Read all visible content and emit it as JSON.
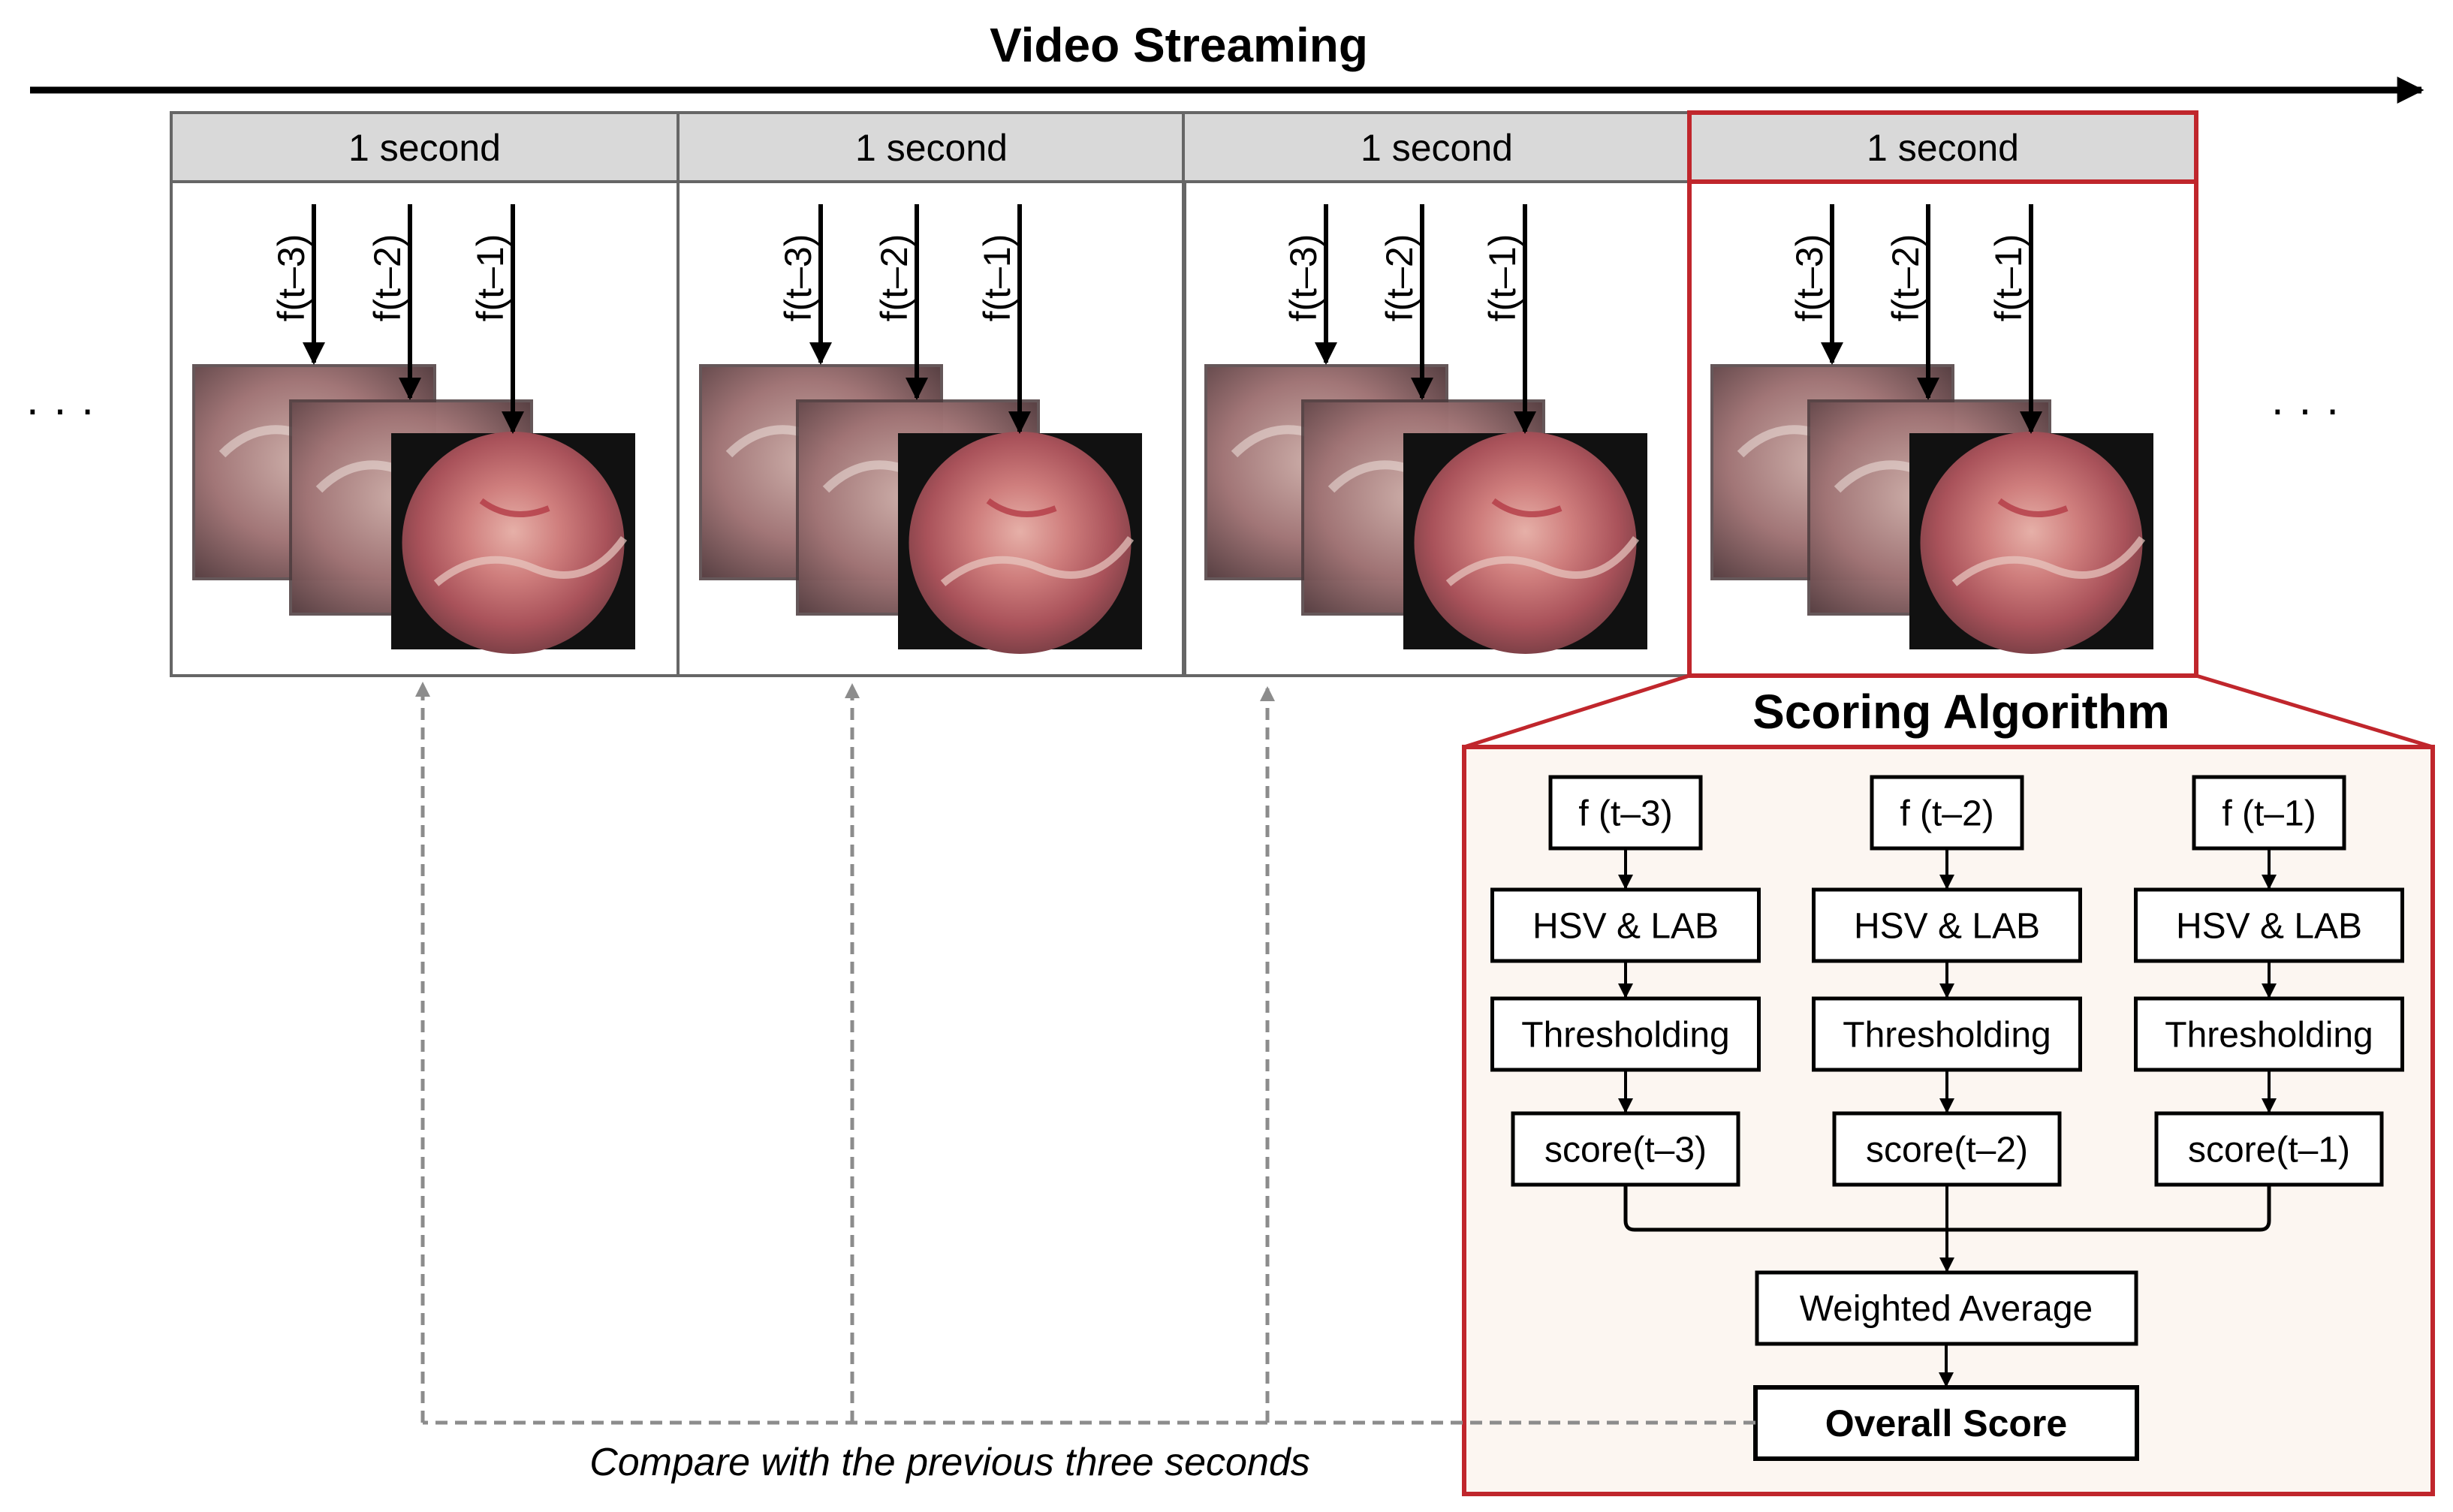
{
  "title": "Video Streaming",
  "ellipsis": "· · ·",
  "segments": [
    {
      "label": "1 second",
      "frames": [
        "f(t–3)",
        "f(t–2)",
        "f(t–1)"
      ],
      "highlighted": false
    },
    {
      "label": "1 second",
      "frames": [
        "f(t–3)",
        "f(t–2)",
        "f(t–1)"
      ],
      "highlighted": false
    },
    {
      "label": "1 second",
      "frames": [
        "f(t–3)",
        "f(t–2)",
        "f(t–1)"
      ],
      "highlighted": false
    },
    {
      "label": "1 second",
      "frames": [
        "f(t–3)",
        "f(t–2)",
        "f(t–1)"
      ],
      "highlighted": true
    }
  ],
  "scoring": {
    "title": "Scoring Algorithm",
    "columns": [
      {
        "frame": "f (t–3)",
        "color": "HSV & LAB",
        "threshold": "Thresholding",
        "score": "score(t–3)"
      },
      {
        "frame": "f (t–2)",
        "color": "HSV & LAB",
        "threshold": "Thresholding",
        "score": "score(t–2)"
      },
      {
        "frame": "f (t–1)",
        "color": "HSV & LAB",
        "threshold": "Thresholding",
        "score": "score(t–1)"
      }
    ],
    "weighted": "Weighted Average",
    "overall": "Overall Score"
  },
  "compare_note": "Compare with the previous three seconds",
  "colors": {
    "accent_red": "#c0262c",
    "header_gray": "#d9d9d9",
    "panel_bg": "#fcf6f1",
    "dashed_gray": "#8c8c8c"
  }
}
